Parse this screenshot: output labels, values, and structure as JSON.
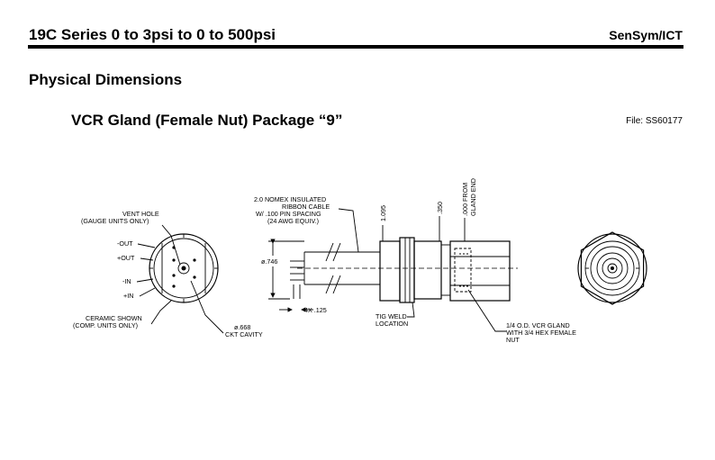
{
  "header": {
    "title": "19C Series 0 to 3psi to 0 to 500psi",
    "brand": "SenSym/ICT"
  },
  "section_title": "Physical Dimensions",
  "package_title": "VCR Gland (Female Nut) Package “9”",
  "file_label": "File: SS60177",
  "labels": {
    "vent_hole_1": "VENT HOLE",
    "vent_hole_2": "(GAUGE UNITS ONLY)",
    "minus_out": "-OUT",
    "plus_out": "+OUT",
    "minus_in": "-IN",
    "plus_in": "+IN",
    "ceramic_1": "CERAMIC SHOWN",
    "ceramic_2": "(COMP. UNITS ONLY)",
    "cavity_1": "ø.668",
    "cavity_2": "CKT CAVITY",
    "cable_1": "2.0 NOMEX INSULATED",
    "cable_2": "RIBBON CABLE",
    "cable_3": "W/ .100 PIN SPACING",
    "cable_4": "(24 AWG EQUIV.)",
    "dia": "ø.746",
    "pins": "4X .125",
    "dim_1095": "1.095",
    "dim_350": ".350",
    "gland_1": ".000 FROM",
    "gland_2": "GLAND END",
    "tig_1": "TIG WELD",
    "tig_2": "LOCATION",
    "vcr_1": "1/4 O.D. VCR GLAND",
    "vcr_2": "WITH 3/4 HEX FEMALE",
    "vcr_3": "NUT"
  }
}
